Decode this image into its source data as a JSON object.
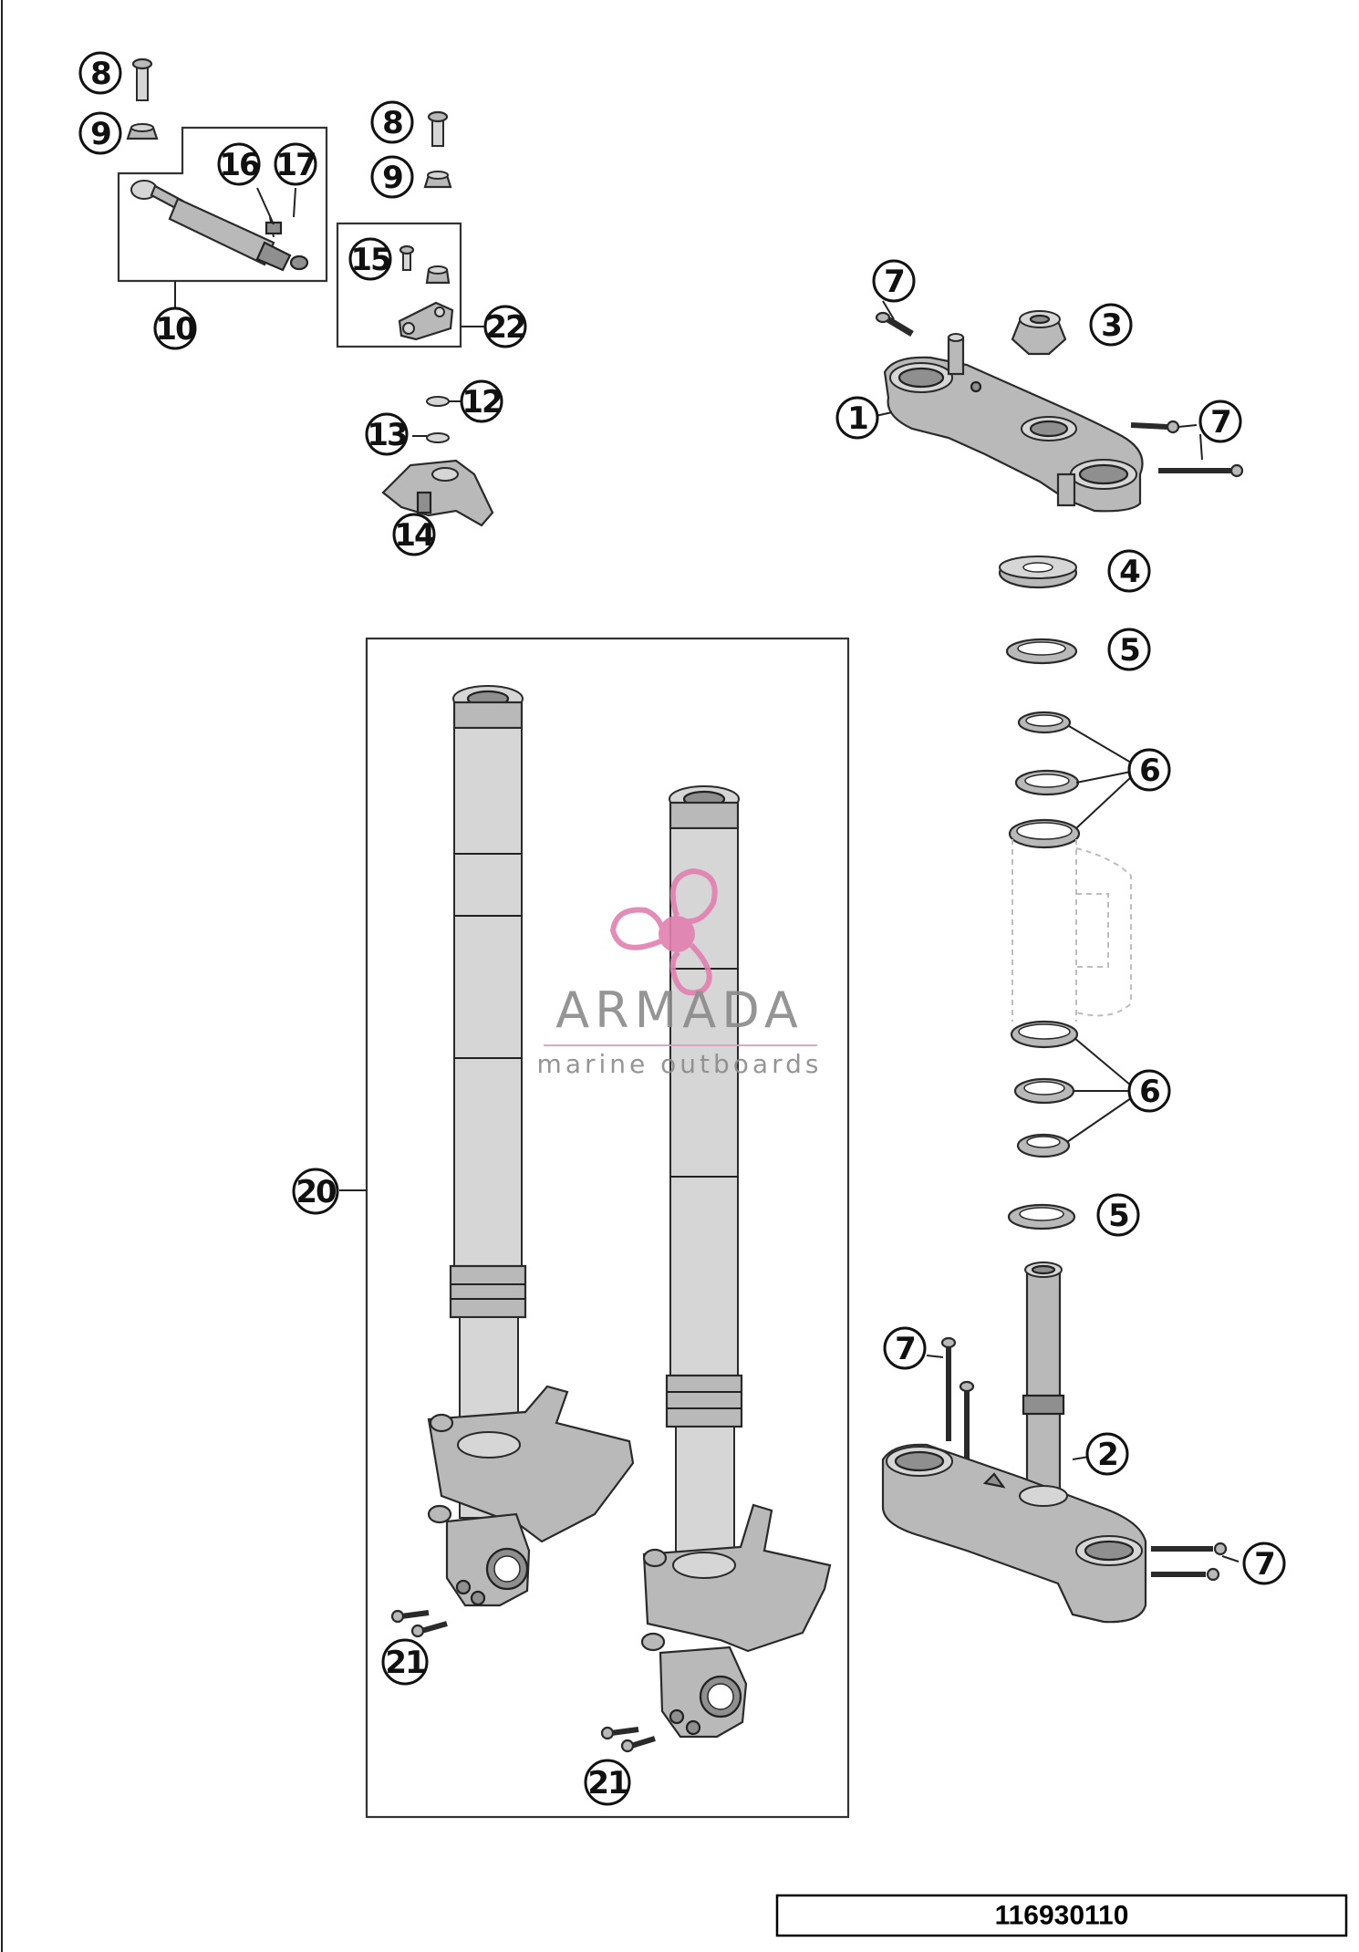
{
  "callouts": {
    "c8a": "8",
    "c9a": "9",
    "c16": "16",
    "c17": "17",
    "c10": "10",
    "c8b": "8",
    "c9b": "9",
    "c15": "15",
    "c22": "22",
    "c12": "12",
    "c13": "13",
    "c14": "14",
    "c7a": "7",
    "c3": "3",
    "c1": "1",
    "c7b": "7",
    "c4": "4",
    "c5a": "5",
    "c6a": "6",
    "c6b": "6",
    "c5b": "5",
    "c7c": "7",
    "c2": "2",
    "c7d": "7",
    "c20": "20",
    "c21a": "21",
    "c21b": "21"
  },
  "watermark": {
    "brand": "ARMADA",
    "tagline": "marine outboards",
    "logo_color": "#e27fb0"
  },
  "drawing_code": "116930110",
  "colors": {
    "part_fill": "#b9b9b9",
    "line": "#222222"
  }
}
